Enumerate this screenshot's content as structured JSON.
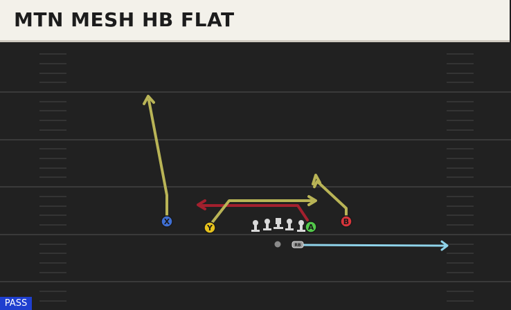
{
  "play": {
    "title": "MTN MESH HB FLAT",
    "play_type": "PASS"
  },
  "players": [
    {
      "label": "X",
      "color": "#3f6fd4"
    },
    {
      "label": "Y",
      "color": "#e6c21c"
    },
    {
      "label": "A",
      "color": "#52c84a"
    },
    {
      "label": "B",
      "color": "#d9353b"
    },
    {
      "label": "RB",
      "color": "#8a8a8a"
    }
  ],
  "routes": {
    "x_route": "#b9b456",
    "y_route": "#b9b456",
    "a_route": "#a3202e",
    "b_route": "#b9b456",
    "rb_route": "#8fd3ea"
  }
}
